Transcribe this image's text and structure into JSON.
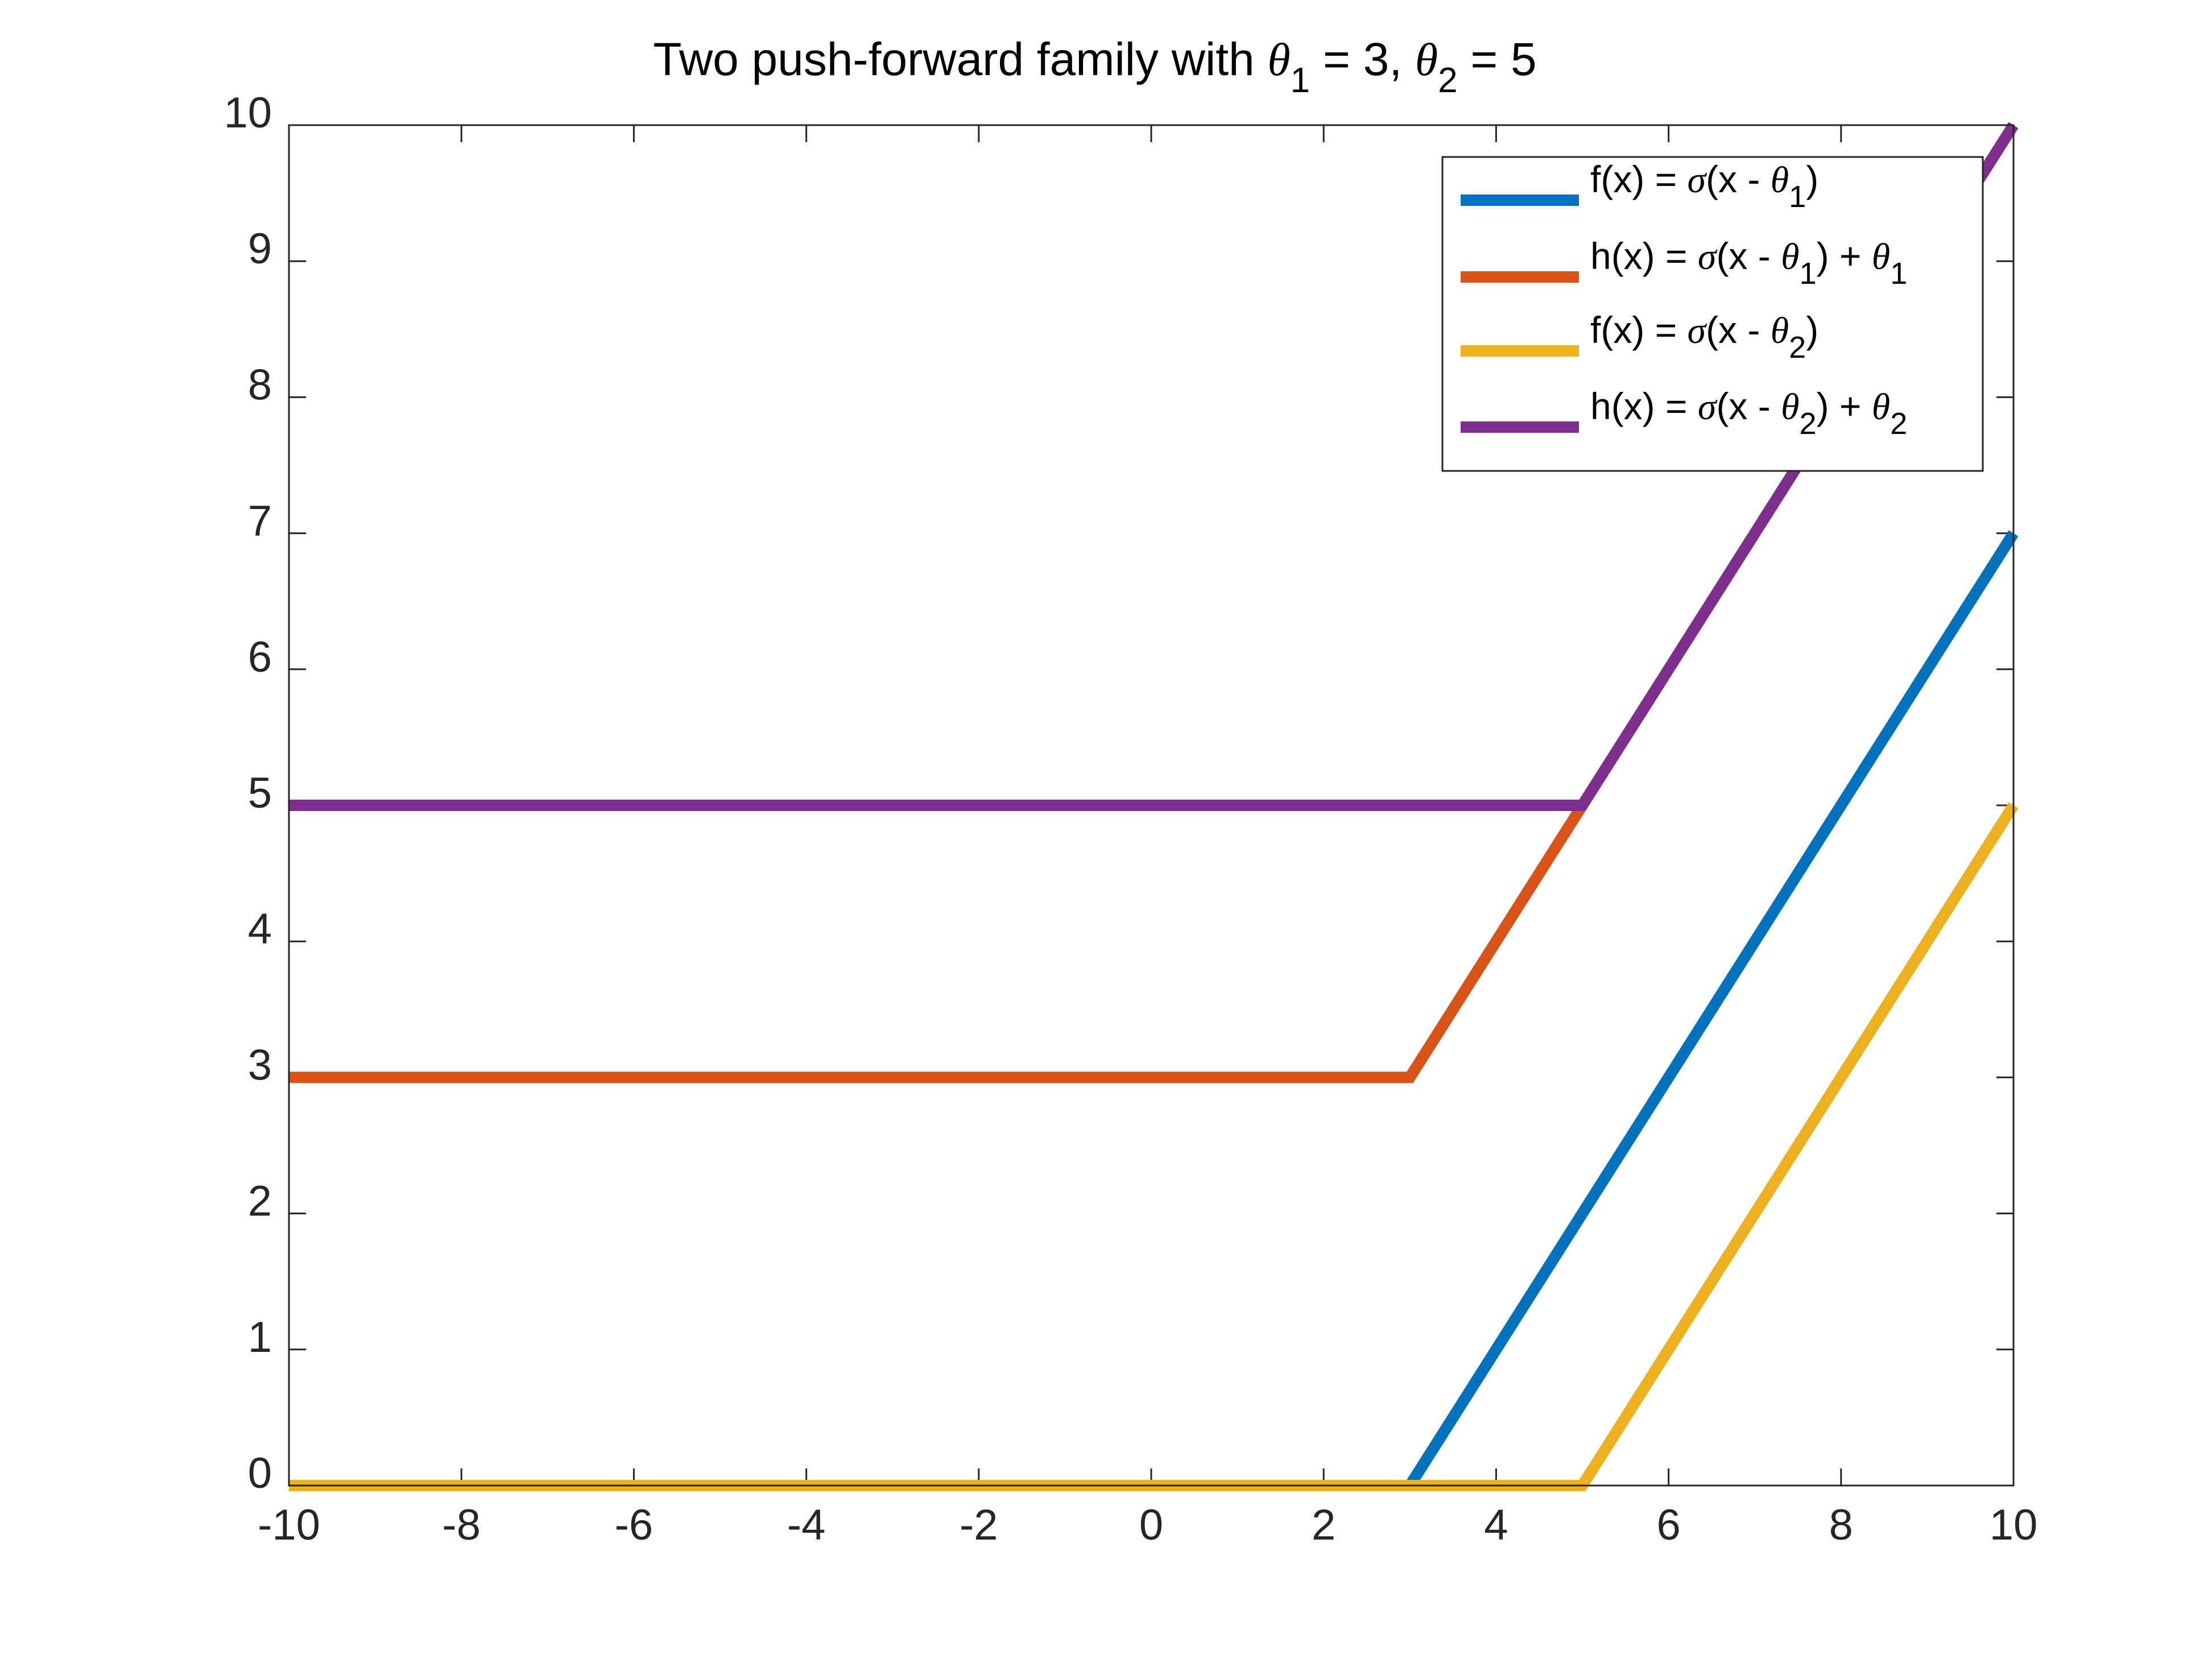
{
  "chart_data": {
    "type": "line",
    "title": {
      "prefix": "Two push-forward family with ",
      "theta": "θ",
      "sub1": "1",
      "mid": " = 3, ",
      "sub2": "2",
      "suffix": " = 5"
    },
    "xlim": [
      -10,
      10
    ],
    "ylim": [
      0,
      10
    ],
    "xticks": [
      -10,
      -8,
      -6,
      -4,
      -2,
      0,
      2,
      4,
      6,
      8,
      10
    ],
    "yticks": [
      0,
      1,
      2,
      3,
      4,
      5,
      6,
      7,
      8,
      9,
      10
    ],
    "grid": false,
    "legend_position": "top-right",
    "series": [
      {
        "color": "#0072BD",
        "legend": [
          {
            "t": "f(x) = "
          },
          {
            "t": "σ",
            "g": true
          },
          {
            "t": "(x - "
          },
          {
            "t": "θ",
            "g": true
          },
          {
            "t": "1",
            "sub": true
          },
          {
            "t": ")"
          }
        ],
        "x": [
          -10,
          3,
          10
        ],
        "y": [
          0,
          0,
          7
        ]
      },
      {
        "color": "#D95319",
        "legend": [
          {
            "t": "h(x) = "
          },
          {
            "t": "σ",
            "g": true
          },
          {
            "t": "(x - "
          },
          {
            "t": "θ",
            "g": true
          },
          {
            "t": "1",
            "sub": true
          },
          {
            "t": ") + "
          },
          {
            "t": "θ",
            "g": true
          },
          {
            "t": "1",
            "sub": true
          }
        ],
        "x": [
          -10,
          3,
          10
        ],
        "y": [
          3,
          3,
          10
        ]
      },
      {
        "color": "#EDB120",
        "legend": [
          {
            "t": "f(x) = "
          },
          {
            "t": "σ",
            "g": true
          },
          {
            "t": "(x - "
          },
          {
            "t": "θ",
            "g": true
          },
          {
            "t": "2",
            "sub": true
          },
          {
            "t": ")"
          }
        ],
        "x": [
          -10,
          5,
          10
        ],
        "y": [
          0,
          0,
          5
        ]
      },
      {
        "color": "#7E2F8E",
        "legend": [
          {
            "t": "h(x) = "
          },
          {
            "t": "σ",
            "g": true
          },
          {
            "t": "(x - "
          },
          {
            "t": "θ",
            "g": true
          },
          {
            "t": "2",
            "sub": true
          },
          {
            "t": ") + "
          },
          {
            "t": "θ",
            "g": true
          },
          {
            "t": "2",
            "sub": true
          }
        ],
        "x": [
          -10,
          5,
          10
        ],
        "y": [
          5,
          5,
          10
        ]
      }
    ]
  }
}
